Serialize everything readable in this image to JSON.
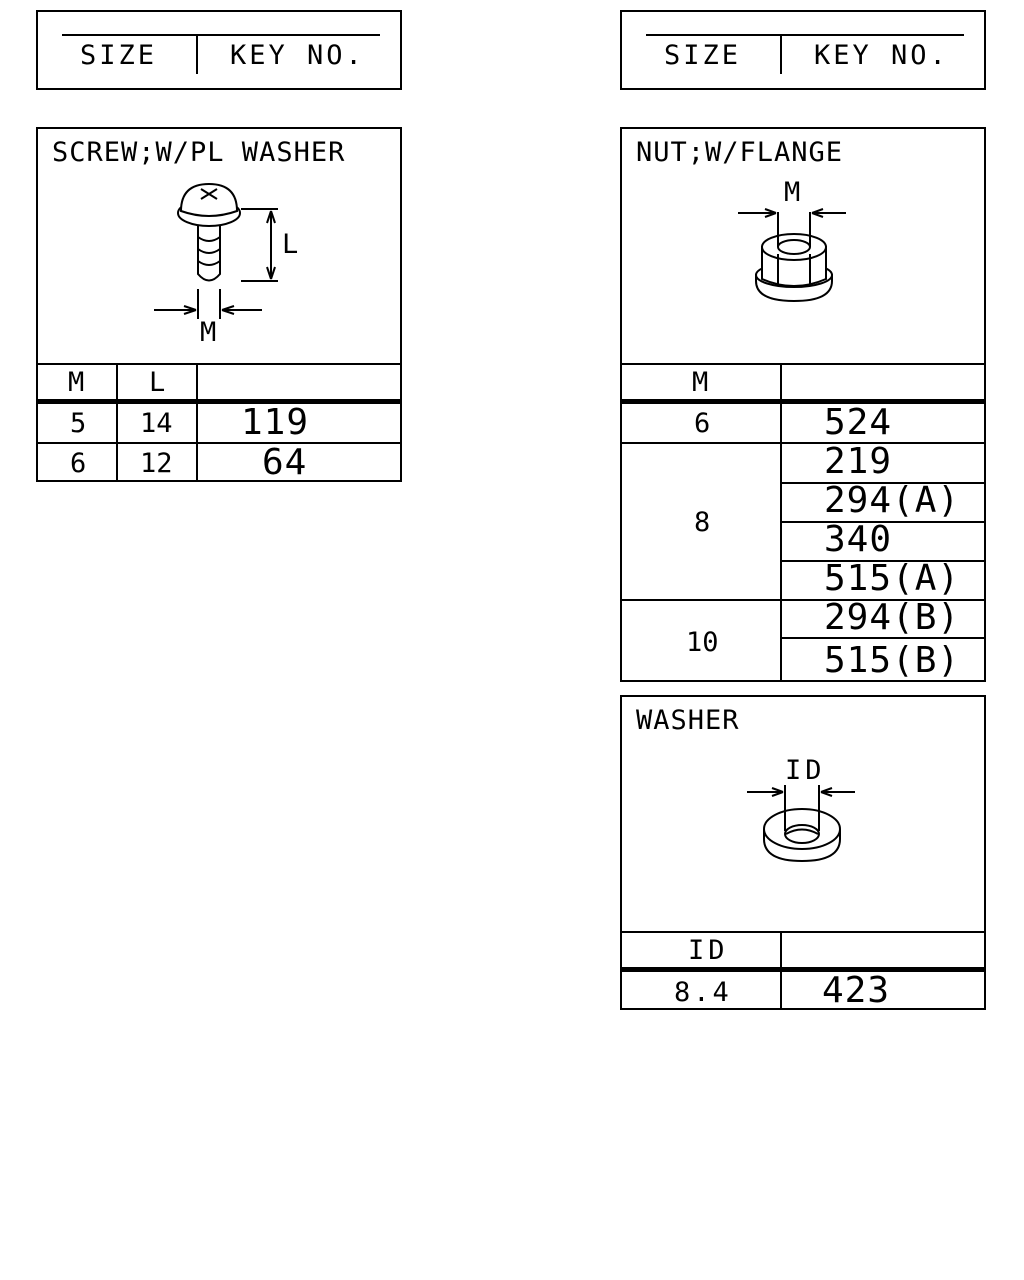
{
  "size_key_headers": [
    {
      "size": "SIZE",
      "key": "KEY NO."
    },
    {
      "size": "SIZE",
      "key": "KEY NO."
    }
  ],
  "screw": {
    "title": "SCREW;W/PL WASHER",
    "dim_l": "L",
    "dim_m": "M",
    "columns": [
      "M",
      "L",
      ""
    ],
    "rows": [
      {
        "m": "5",
        "l": "14",
        "key": "119"
      },
      {
        "m": "6",
        "l": "12",
        "key": "64"
      }
    ]
  },
  "nut": {
    "title": "NUT;W/FLANGE",
    "dim_m": "M",
    "columns": [
      "M",
      ""
    ],
    "groups": [
      {
        "m": "6",
        "keys": [
          "524"
        ]
      },
      {
        "m": "8",
        "keys": [
          "219",
          "294(A)",
          "340",
          "515(A)"
        ]
      },
      {
        "m": "10",
        "keys": [
          "294(B)",
          "515(B)"
        ]
      }
    ]
  },
  "washer": {
    "title": "WASHER",
    "dim_id": "ID",
    "columns": [
      "ID",
      ""
    ],
    "rows": [
      {
        "id": "8.4",
        "key": "423"
      }
    ]
  }
}
